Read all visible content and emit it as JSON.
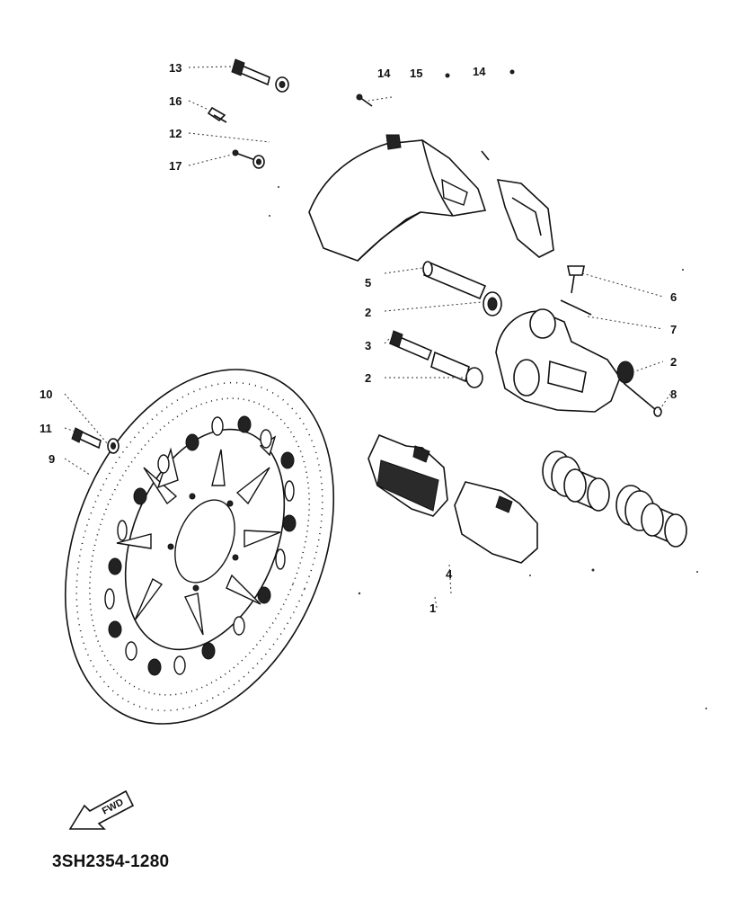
{
  "diagram": {
    "labels": {
      "c1": "1",
      "c2a": "2",
      "c2b": "2",
      "c2c": "2",
      "c3": "3",
      "c4": "4",
      "c5": "5",
      "c6": "6",
      "c7": "7",
      "c8": "8",
      "c9": "9",
      "c10": "10",
      "c11": "11",
      "c12": "12",
      "c13": "13",
      "c14a": "14",
      "c14b": "14",
      "c15": "15",
      "c16": "16",
      "c17": "17"
    },
    "fwd_text": "FWD",
    "diagram_code": "3SH2354-1280"
  }
}
